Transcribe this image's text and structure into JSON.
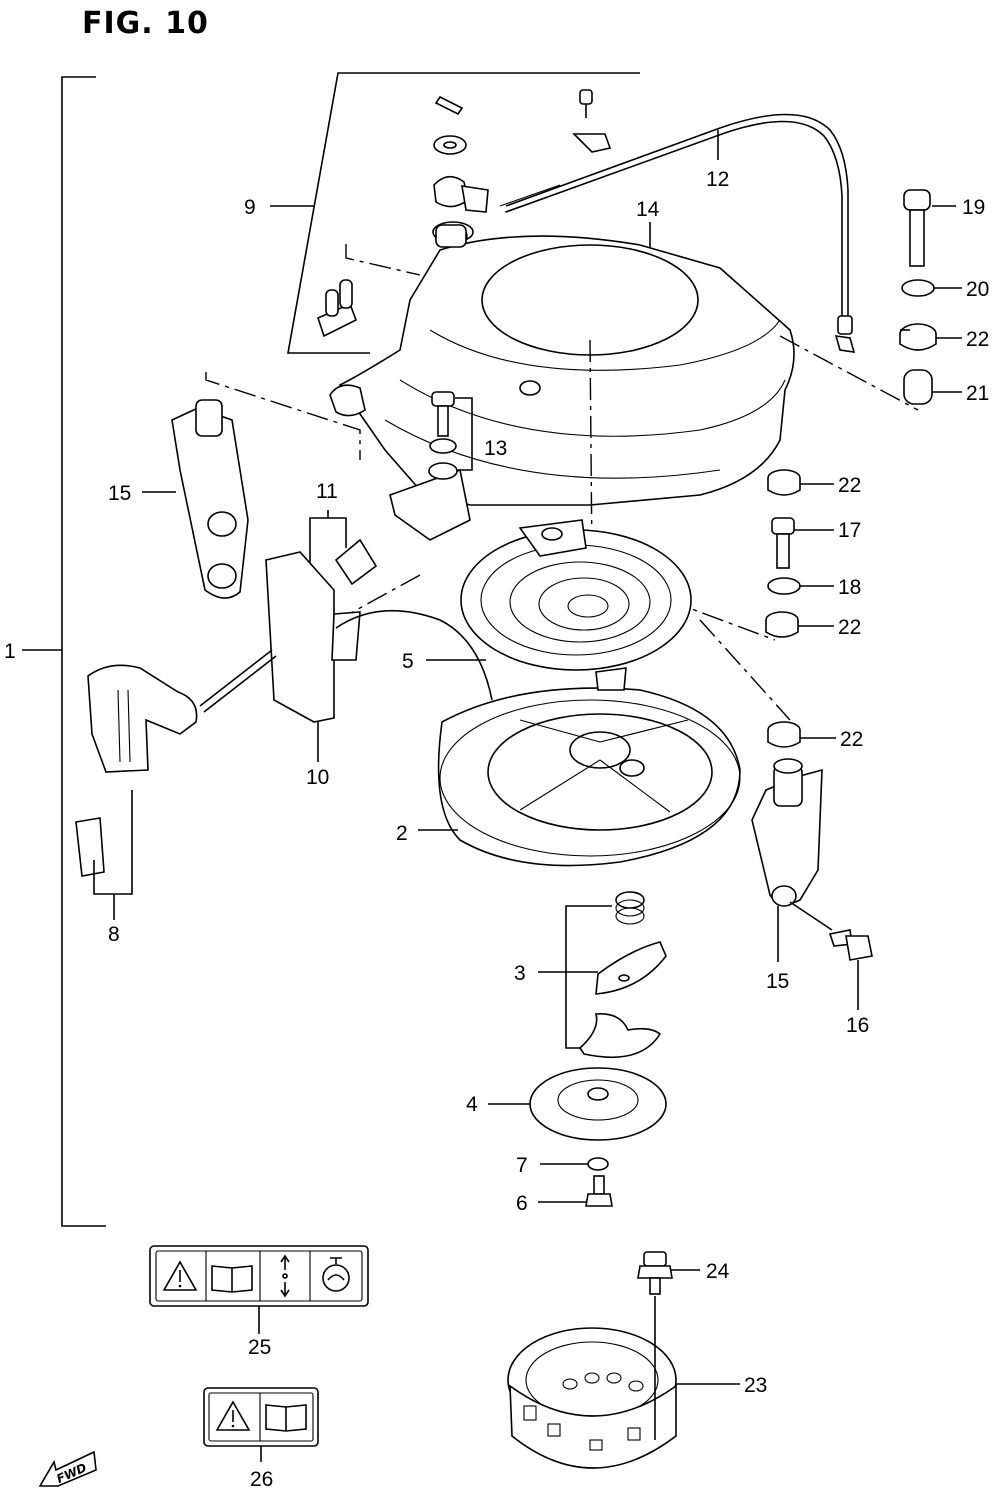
{
  "figure": {
    "title": "FIG. 10"
  },
  "callouts": {
    "c1": "1",
    "c2": "2",
    "c3": "3",
    "c4": "4",
    "c5": "5",
    "c6": "6",
    "c7": "7",
    "c8": "8",
    "c9": "9",
    "c10": "10",
    "c11": "11",
    "c12": "12",
    "c13": "13",
    "c14": "14",
    "c15a": "15",
    "c15b": "15",
    "c16": "16",
    "c17": "17",
    "c18": "18",
    "c19": "19",
    "c20": "20",
    "c21": "21",
    "c22a": "22",
    "c22b": "22",
    "c22c": "22",
    "c22d": "22",
    "c23": "23",
    "c24": "24",
    "c25": "25",
    "c26": "26"
  },
  "fwd_arrow": {
    "label": "FWD"
  },
  "icons": [
    "warning-triangle-icon",
    "manual-book-icon",
    "pull-direction-icon",
    "starter-icon"
  ]
}
